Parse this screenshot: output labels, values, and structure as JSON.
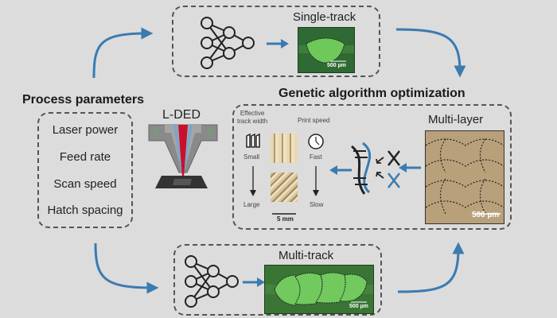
{
  "process_parameters": {
    "title": "Process parameters",
    "items": [
      "Laser power",
      "Feed rate",
      "Scan speed",
      "Hatch spacing"
    ]
  },
  "lded": {
    "label": "L-DED"
  },
  "single_track": {
    "title": "Single-track",
    "scale_bar": "500 µm"
  },
  "multi_track": {
    "title": "Multi-track",
    "scale_bar": "500 µm"
  },
  "ga": {
    "title": "Genetic algorithm optimization",
    "effective_track_width": "Effective\ntrack width",
    "small": "Small",
    "large": "Large",
    "print_speed": "Print speed",
    "fast": "Fast",
    "slow": "Slow",
    "scale_bar": "5 mm"
  },
  "multi_layer": {
    "title": "Multi-layer",
    "scale_bar": "500 µm"
  },
  "colors": {
    "arrow": "#3a7bb0",
    "dash": "#555555",
    "background": "#dcdcdc",
    "micrograph_green": "#3e7a3a",
    "laser_red": "#c8102e"
  }
}
